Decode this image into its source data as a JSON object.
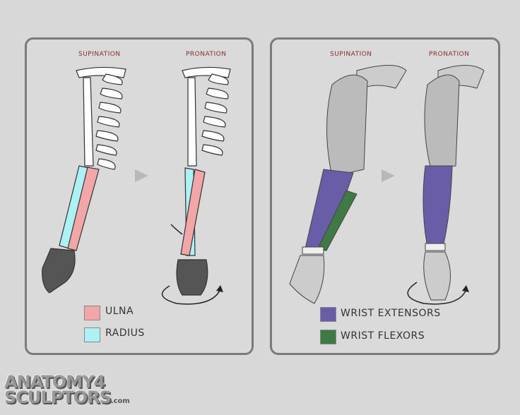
{
  "left_panel": {
    "caption_left": "SUPINATION",
    "caption_right": "PRONATION",
    "legend": [
      {
        "label": "ULNA",
        "color": "#f2a6a8"
      },
      {
        "label": "RADIUS",
        "color": "#aef1f5"
      }
    ]
  },
  "right_panel": {
    "caption_left": "SUPINATION",
    "caption_right": "PRONATION",
    "legend": [
      {
        "label": "WRIST EXTENSORS",
        "color": "#6a5da8"
      },
      {
        "label": "WRIST FLEXORS",
        "color": "#3f7a45"
      }
    ]
  },
  "logo": {
    "line1": "ANATOMY4",
    "line2": "SCULPTORS",
    "suffix": ".com"
  }
}
